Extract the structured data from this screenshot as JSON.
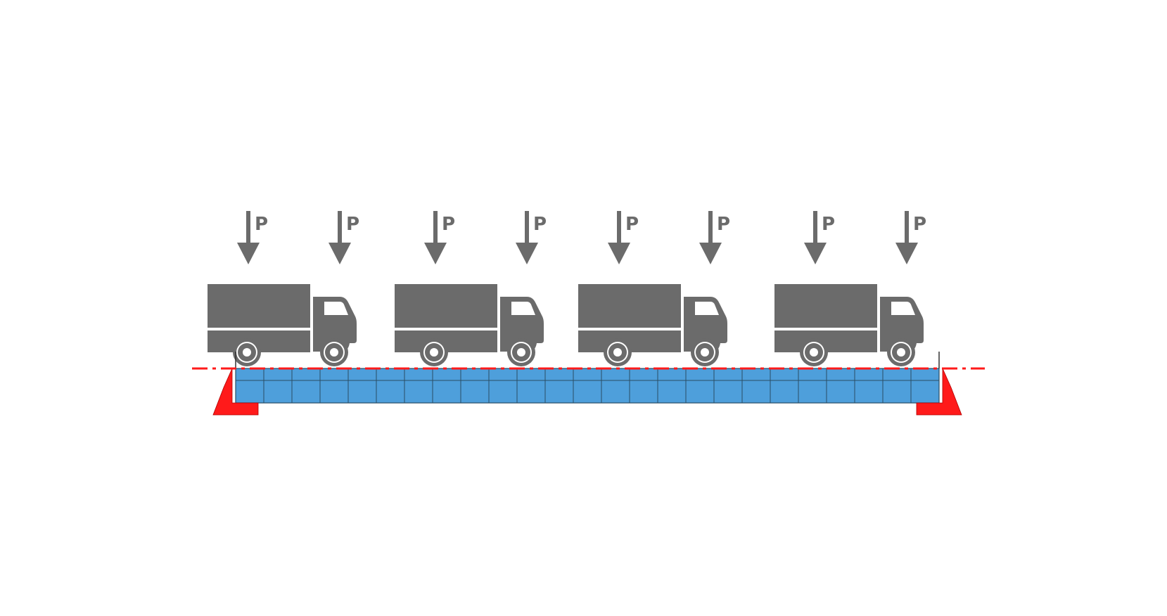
{
  "diagram": {
    "load_symbol": "P",
    "truck_count": 4,
    "loads_per_truck": 2,
    "beam_segments": 25,
    "colors": {
      "truck": "#6b6b6b",
      "load_arrow": "#6b6b6b",
      "beam_fill": "#4e9fdb",
      "beam_line": "#2a4d66",
      "support": "#ff1a1a",
      "axis": "#ff1a1a",
      "background": "#ffffff"
    },
    "icons": {
      "load": "down-arrow-icon",
      "vehicle": "truck-icon",
      "support": "triangle-support-icon"
    }
  }
}
